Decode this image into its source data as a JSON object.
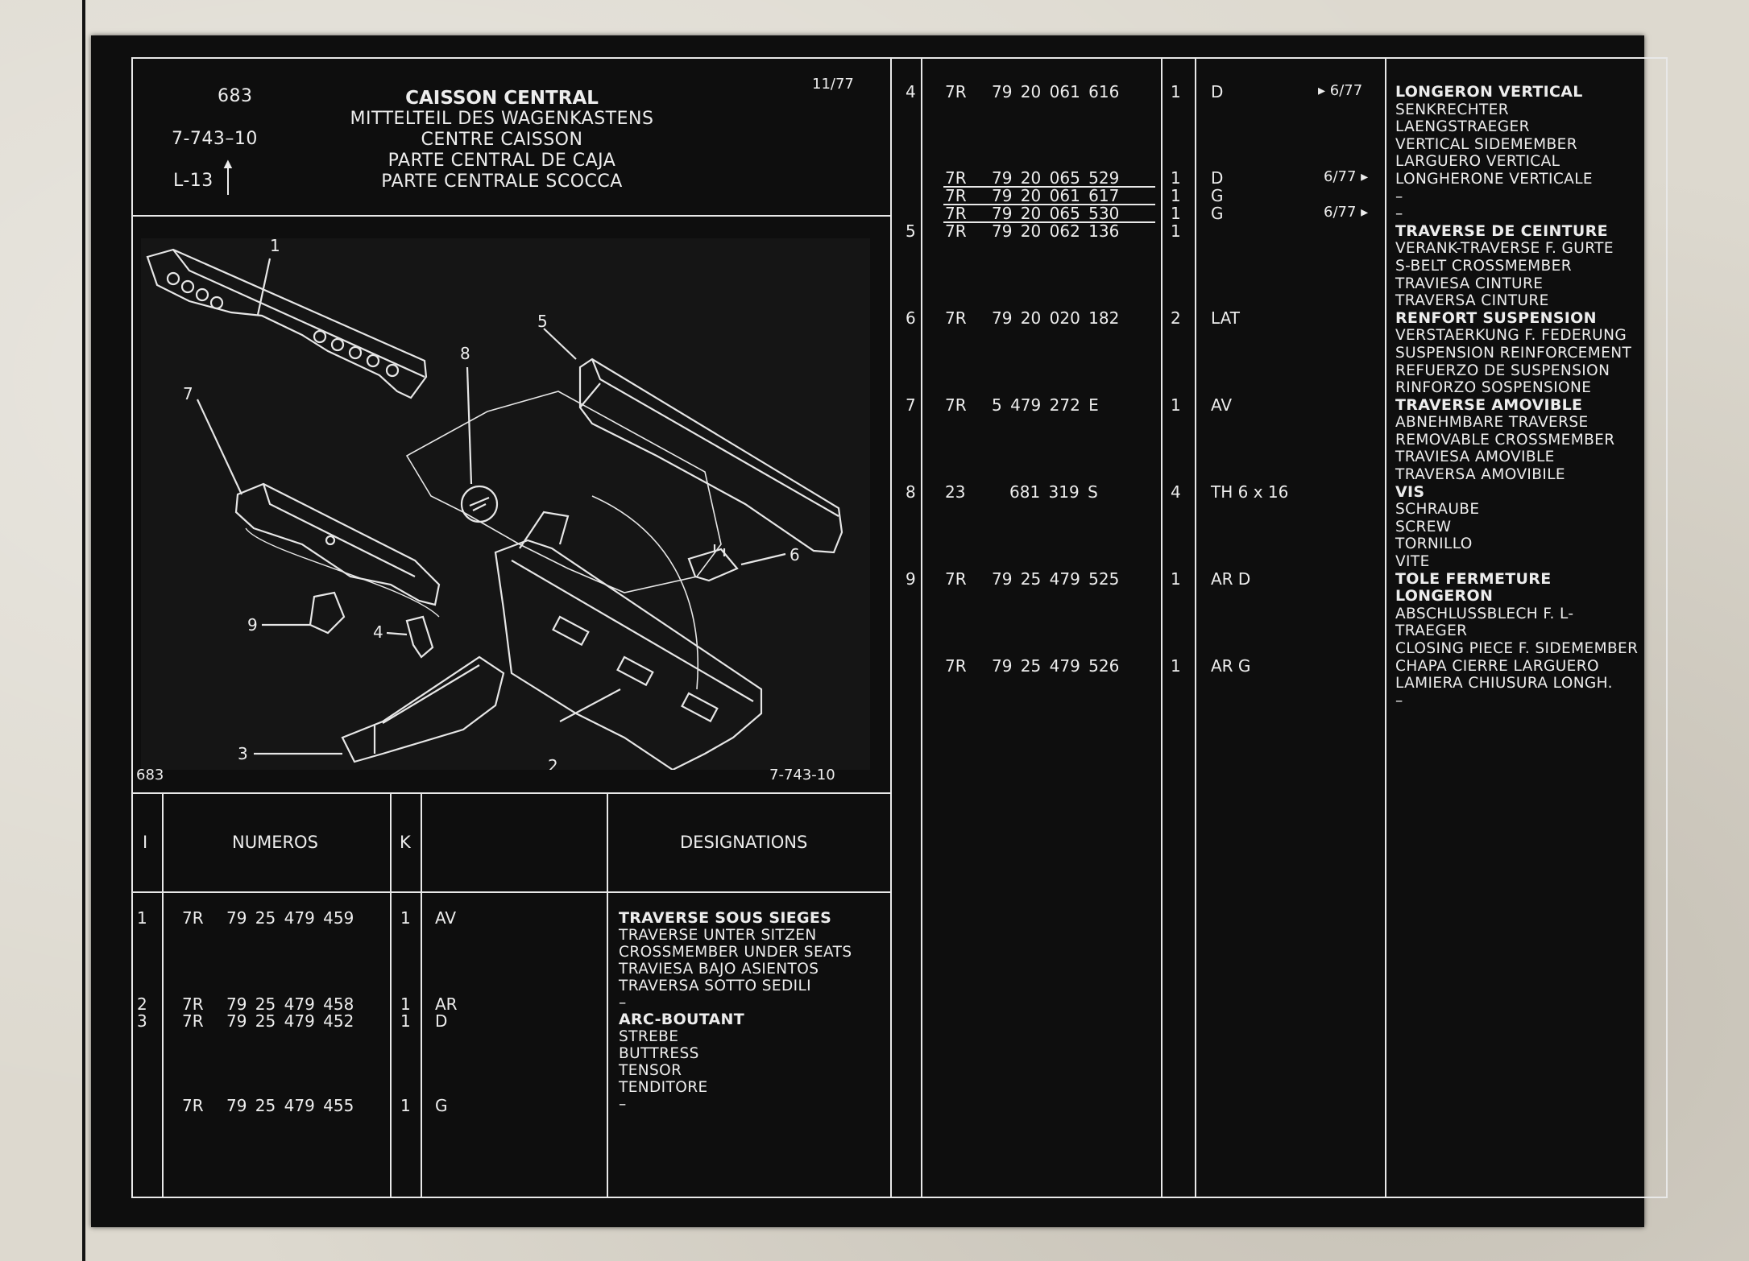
{
  "header": {
    "code": "683",
    "ref": "7-743–10",
    "loc": "L-13",
    "date": "11/77",
    "title": "CAISSON CENTRAL",
    "title_lines": [
      "MITTELTEIL DES WAGENKASTENS",
      "CENTRE CAISSON",
      "PARTE CENTRAL DE CAJA",
      "PARTE CENTRALE SCOCCA"
    ]
  },
  "diagram": {
    "code": "683",
    "ref": "7-743-10",
    "callouts": [
      "1",
      "2",
      "3",
      "4",
      "5",
      "6",
      "7",
      "8",
      "9"
    ]
  },
  "columns": {
    "index": "I",
    "numbers": "NUMEROS",
    "k": "K",
    "designations": "DESIGNATIONS"
  },
  "left_rows": [
    {
      "i": "1",
      "pfx": "7R",
      "num": "79 25 479 459",
      "k": "1",
      "pos": "AV"
    },
    {
      "i": "2",
      "pfx": "7R",
      "num": "79 25 479 458",
      "k": "1",
      "pos": "AR"
    },
    {
      "i": "3",
      "pfx": "7R",
      "num": "79 25 479 452",
      "k": "1",
      "pos": "D"
    },
    {
      "i": "",
      "pfx": "7R",
      "num": "79 25 479 455",
      "k": "1",
      "pos": "G"
    }
  ],
  "left_desc": {
    "g1": [
      "TRAVERSE SOUS SIEGES",
      "TRAVERSE UNTER SITZEN",
      "CROSSMEMBER UNDER SEATS",
      "TRAVIESA BAJO ASIENTOS",
      "TRAVERSA SOTTO SEDILI",
      "–"
    ],
    "g2": [
      "ARC-BOUTANT",
      "STREBE",
      "BUTTRESS",
      "TENSOR",
      "TENDITORE",
      "–"
    ]
  },
  "right_rows": [
    {
      "i": "4",
      "pfx": "7R",
      "num": "79 20 061 616",
      "k": "1",
      "pos": "D",
      "note": "▸ 6/77"
    },
    {
      "i": "",
      "pfx": "7R",
      "num": "79 20 065 529",
      "k": "1",
      "pos": "D",
      "note": "6/77 ▸"
    },
    {
      "i": "",
      "pfx": "7R",
      "num": "79 20 061 617",
      "k": "1",
      "pos": "G",
      "note": ""
    },
    {
      "i": "",
      "pfx": "7R",
      "num": "79 20 065 530",
      "k": "1",
      "pos": "G",
      "note": "6/77 ▸"
    },
    {
      "i": "5",
      "pfx": "7R",
      "num": "79 20 062 136",
      "k": "1",
      "pos": "",
      "note": ""
    },
    {
      "i": "6",
      "pfx": "7R",
      "num": "79 20 020 182",
      "k": "2",
      "pos": "LAT",
      "note": ""
    },
    {
      "i": "7",
      "pfx": "7R",
      "num": "5 479 272 E",
      "k": "1",
      "pos": "AV",
      "note": ""
    },
    {
      "i": "8",
      "pfx": "23",
      "num": "681 319 S",
      "k": "4",
      "pos": "TH 6 x 16",
      "note": ""
    },
    {
      "i": "9",
      "pfx": "7R",
      "num": "79 25 479 525",
      "k": "1",
      "pos": "AR D",
      "note": ""
    },
    {
      "i": "",
      "pfx": "7R",
      "num": "79 25 479 526",
      "k": "1",
      "pos": "AR G",
      "note": ""
    }
  ],
  "right_desc": [
    "LONGERON VERTICAL",
    "SENKRECHTER LAENGSTRAEGER",
    "VERTICAL SIDEMEMBER",
    "LARGUERO VERTICAL",
    "LONGHERONE VERTICALE",
    "–",
    "–",
    "TRAVERSE DE CEINTURE",
    "VERANK-TRAVERSE F. GURTE",
    "S-BELT CROSSMEMBER",
    "TRAVIESA CINTURE",
    "TRAVERSA CINTURE",
    "RENFORT SUSPENSION",
    "VERSTAERKUNG F. FEDERUNG",
    "SUSPENSION REINFORCEMENT",
    "REFUERZO DE SUSPENSION",
    "RINFORZO SOSPENSIONE",
    "TRAVERSE AMOVIBLE",
    "ABNEHMBARE TRAVERSE",
    "REMOVABLE CROSSMEMBER",
    "TRAVIESA AMOVIBLE",
    "TRAVERSA AMOVIBILE",
    "VIS",
    "SCHRAUBE",
    "SCREW",
    "TORNILLO",
    "VITE",
    "TOLE FERMETURE LONGERON",
    "ABSCHLUSSBLECH F. L-TRAEGER",
    "CLOSING PIECE F. SIDEMEMBER",
    "CHAPA CIERRE LARGUERO",
    "LAMIERA CHIUSURA LONGH.",
    "–"
  ]
}
